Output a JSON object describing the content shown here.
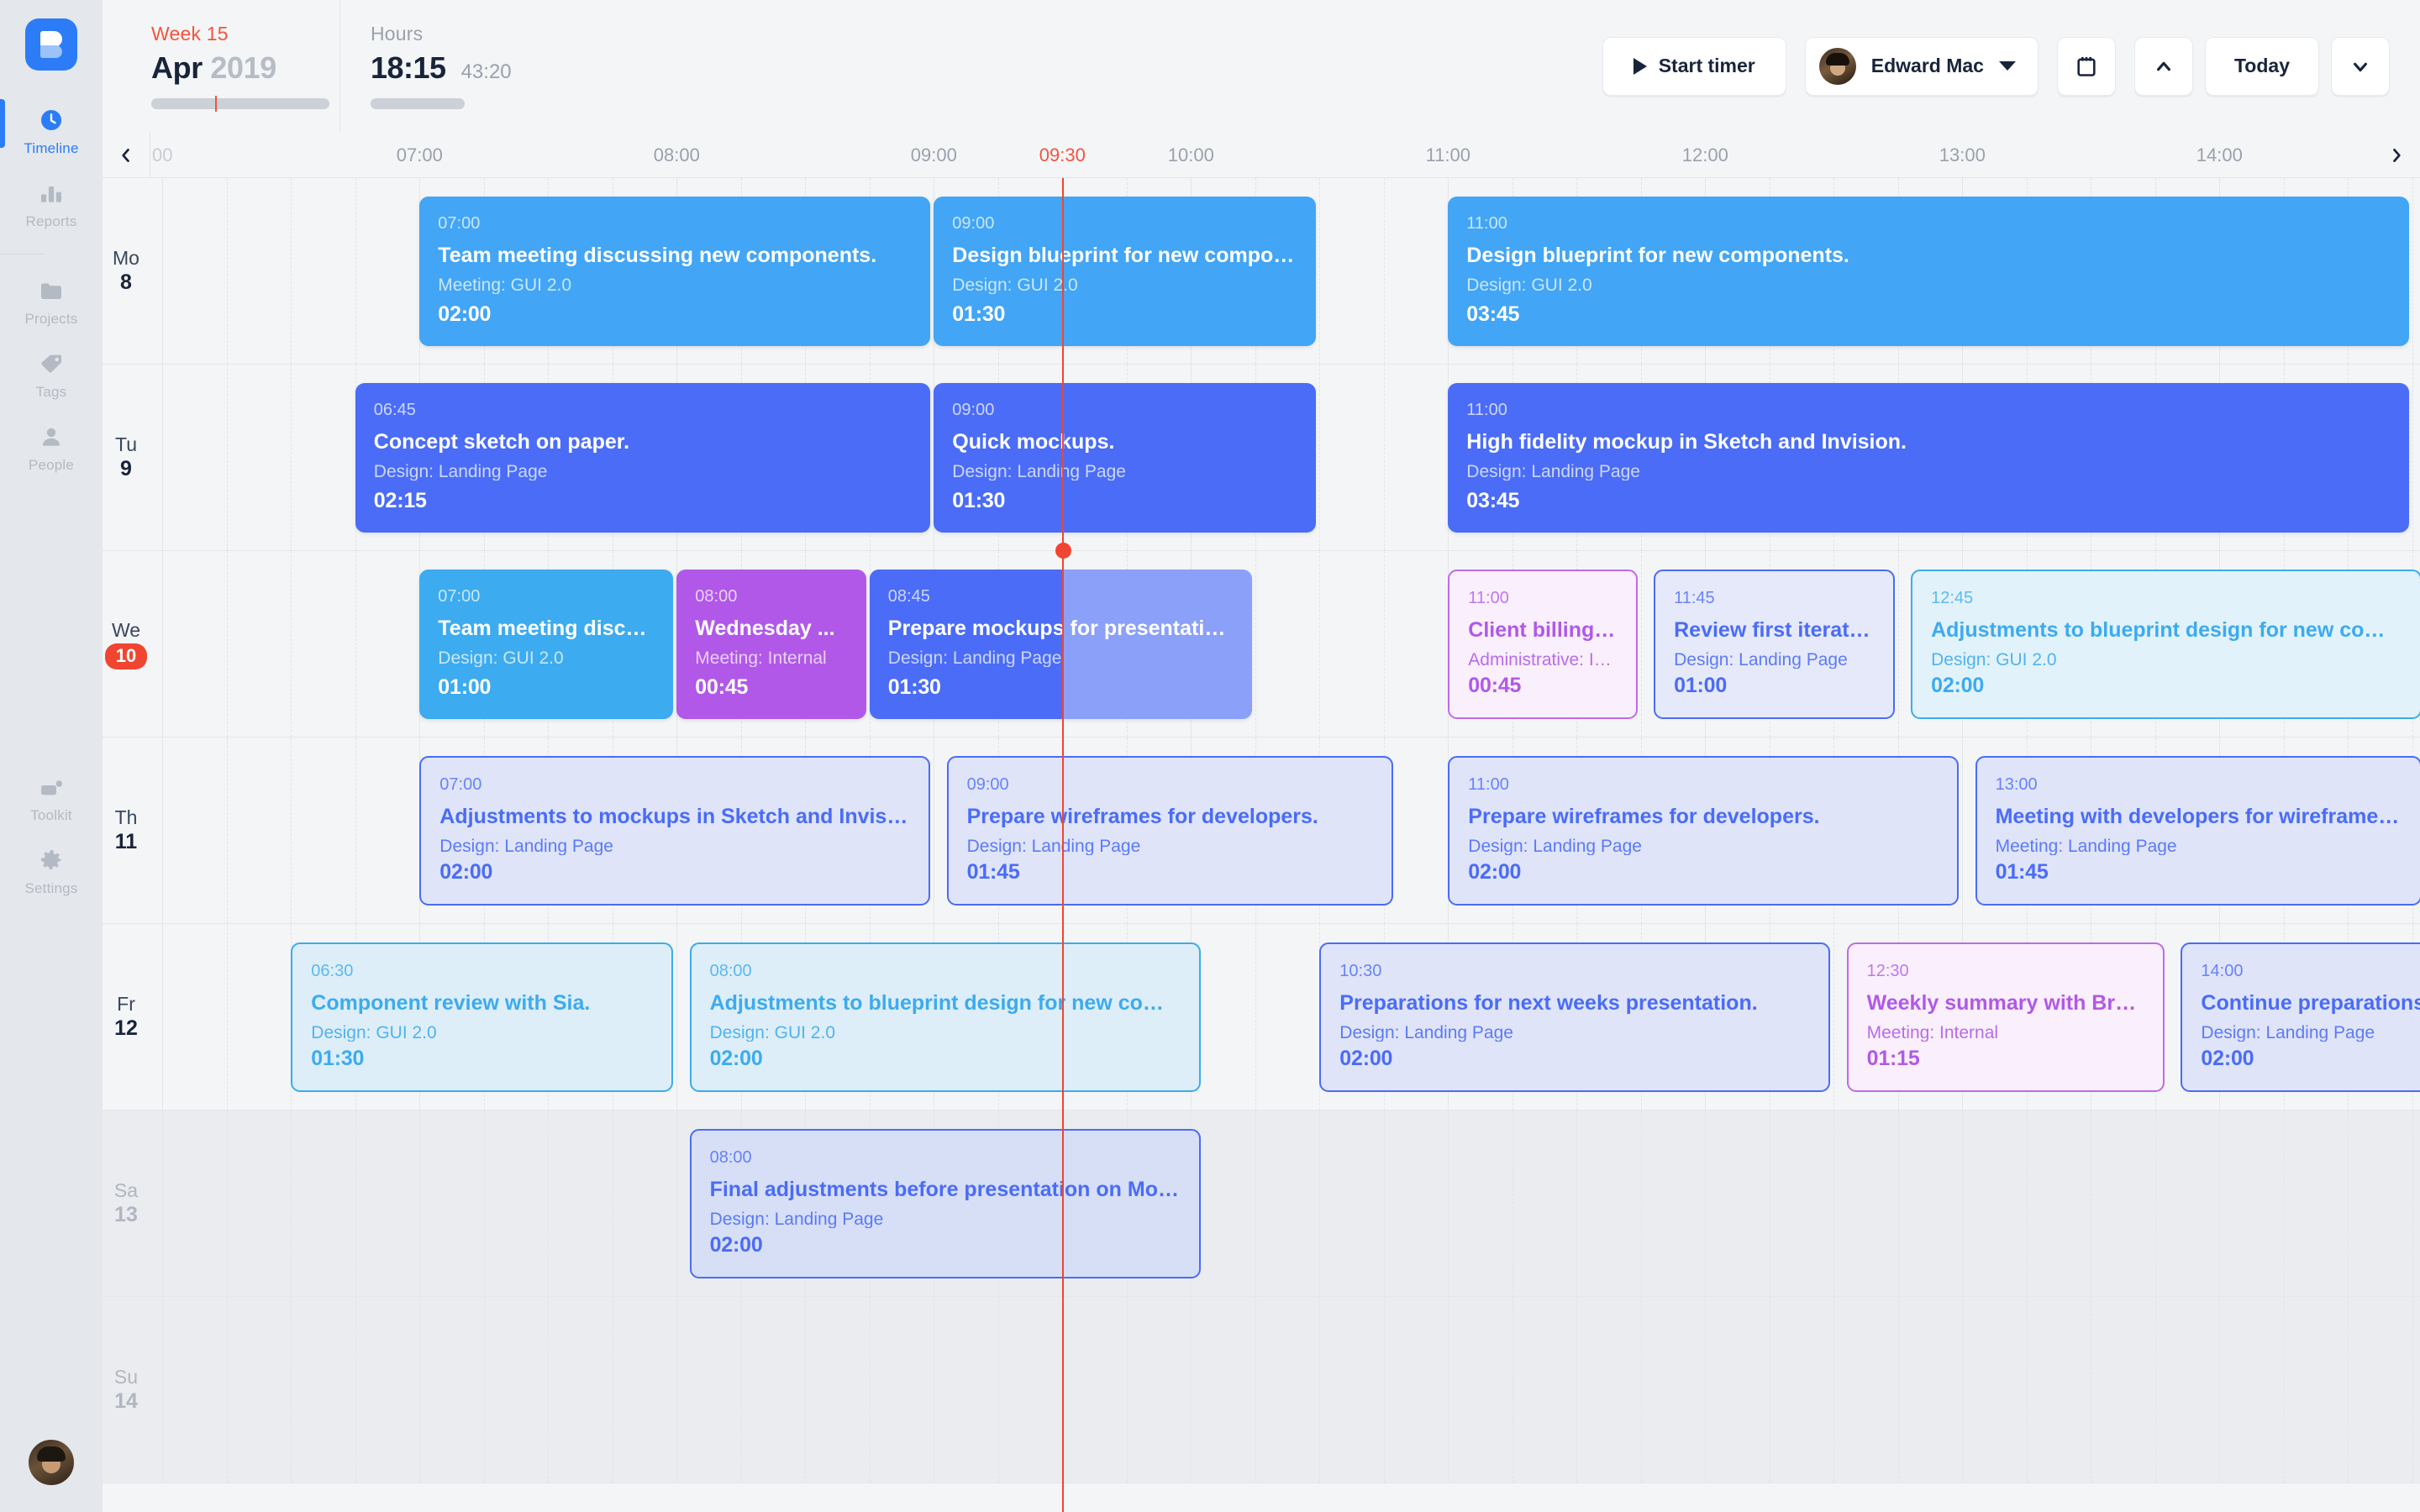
{
  "app": {
    "brand_name": "timeline-app-logo"
  },
  "sidebar": {
    "items": [
      {
        "label": "Timeline",
        "icon": "clock-icon",
        "active": true
      },
      {
        "label": "Reports",
        "icon": "bar-chart-icon",
        "active": false
      },
      {
        "label": "Projects",
        "icon": "folder-icon",
        "active": false
      },
      {
        "label": "Tags",
        "icon": "tag-icon",
        "active": false
      },
      {
        "label": "People",
        "icon": "person-icon",
        "active": false
      },
      {
        "label": "Toolkit",
        "icon": "toolkit-icon",
        "active": false
      },
      {
        "label": "Settings",
        "icon": "gear-icon",
        "active": false
      }
    ],
    "avatar_name": "user-avatar"
  },
  "topbar": {
    "week_kicker": "Week 15",
    "month": "Apr",
    "year": "2019",
    "hours_kicker": "Hours",
    "hours_value": "18:15",
    "hours_target": "43:20",
    "start_timer_label": "Start timer",
    "user_name": "Edward Mac",
    "calendar_icon": "calendar-icon",
    "up_icon": "chevron-up-icon",
    "down_icon": "chevron-down-icon",
    "today_label": "Today"
  },
  "ruler": {
    "prev_icon": "chevron-left-icon",
    "next_icon": "chevron-right-icon",
    "ticks": [
      {
        "label": "00",
        "hour": 6.0,
        "style": "faded"
      },
      {
        "label": "07:00",
        "hour": 7.0,
        "style": "normal"
      },
      {
        "label": "08:00",
        "hour": 8.0,
        "style": "normal"
      },
      {
        "label": "09:00",
        "hour": 9.0,
        "style": "normal"
      },
      {
        "label": "09:30",
        "hour": 9.5,
        "style": "now"
      },
      {
        "label": "10:00",
        "hour": 10.0,
        "style": "normal"
      },
      {
        "label": "11:00",
        "hour": 11.0,
        "style": "normal"
      },
      {
        "label": "12:00",
        "hour": 12.0,
        "style": "normal"
      },
      {
        "label": "13:00",
        "hour": 13.0,
        "style": "normal"
      },
      {
        "label": "14:00",
        "hour": 14.0,
        "style": "normal"
      }
    ],
    "view_start_hour": 5.95,
    "view_end_hour": 14.78,
    "now_hour": 9.5
  },
  "colors": {
    "accent_blue": "#2b7cf6",
    "sky": "#42a5f5",
    "royal": "#4a6cf7",
    "purple": "#b martin",
    "red": "#f04530",
    "orange_text": "#f4543c"
  },
  "days": [
    {
      "dow": "Mo",
      "dom": "8",
      "today": false,
      "weekend": false,
      "height": 124,
      "events": [
        {
          "start": "07:00",
          "title": "Team meeting discussing new components.",
          "project": "Meeting: GUI 2.0",
          "duration": "02:00",
          "from": 7.0,
          "to": 9.0,
          "style": "solid",
          "fill": "#42a5f5"
        },
        {
          "start": "09:00",
          "title": "Design blueprint for new compone...",
          "project": "Design: GUI 2.0",
          "duration": "01:30",
          "from": 9.0,
          "to": 10.5,
          "style": "solid",
          "fill": "#42a5f5"
        },
        {
          "start": "11:00",
          "title": "Design blueprint for new components.",
          "project": "Design: GUI 2.0",
          "duration": "03:45",
          "from": 11.0,
          "to": 14.75,
          "style": "solid",
          "fill": "#42a5f5"
        }
      ]
    },
    {
      "dow": "Tu",
      "dom": "9",
      "today": false,
      "weekend": false,
      "height": 124,
      "events": [
        {
          "start": "06:45",
          "title": "Concept sketch on paper.",
          "project": "Design: Landing Page",
          "duration": "02:15",
          "from": 6.75,
          "to": 9.0,
          "style": "solid",
          "fill": "#4a6cf7"
        },
        {
          "start": "09:00",
          "title": "Quick mockups.",
          "project": "Design: Landing Page",
          "duration": "01:30",
          "from": 9.0,
          "to": 10.5,
          "style": "solid",
          "fill": "#4a6cf7"
        },
        {
          "start": "11:00",
          "title": "High fidelity mockup in Sketch and Invision.",
          "project": "Design: Landing Page",
          "duration": "03:45",
          "from": 11.0,
          "to": 14.75,
          "style": "solid",
          "fill": "#4a6cf7"
        }
      ]
    },
    {
      "dow": "We",
      "dom": "10",
      "today": true,
      "weekend": false,
      "height": 124,
      "events": [
        {
          "start": "07:00",
          "title": "Team meeting discu...",
          "project": "Design: GUI 2.0",
          "duration": "01:00",
          "from": 7.0,
          "to": 8.0,
          "style": "solid",
          "fill": "#3cabef"
        },
        {
          "start": "08:00",
          "title": "Wednesday ...",
          "project": "Meeting: Internal",
          "duration": "00:45",
          "from": 8.0,
          "to": 8.75,
          "style": "solid",
          "fill": "#b martin",
          "fill_hex": "#b158e8"
        },
        {
          "start": "08:45",
          "title": "Prepare mockups for presentation.",
          "project": "Design: Landing Page",
          "duration": "01:30",
          "from": 8.75,
          "to": 10.25,
          "style": "running",
          "fill": "#4a6cf7",
          "fill_light": "#8ba0f8",
          "run_to": 9.5
        },
        {
          "start": "11:00",
          "title": "Client billing ...",
          "project": "Administrative: Int...",
          "duration": "00:45",
          "from": 11.0,
          "to": 11.75,
          "style": "ghost",
          "fill": "#faf0fd",
          "border": "#c06ae8",
          "text": "#b158e8"
        },
        {
          "start": "11:45",
          "title": "Review first iteratio...",
          "project": "Design: Landing Page",
          "duration": "01:00",
          "from": 11.8,
          "to": 12.75,
          "style": "ghost",
          "fill": "#e6e9fa",
          "border": "#4a6cf7",
          "text": "#4a6cf7"
        },
        {
          "start": "12:45",
          "title": "Adjustments to blueprint design for new components.",
          "project": "Design: GUI 2.0",
          "duration": "02:00",
          "from": 12.8,
          "to": 14.8,
          "style": "ghost",
          "fill": "#e2f2fa",
          "border": "#3cabef",
          "text": "#3cabef"
        }
      ]
    },
    {
      "dow": "Th",
      "dom": "11",
      "today": false,
      "weekend": false,
      "height": 124,
      "events": [
        {
          "start": "07:00",
          "title": "Adjustments to mockups in Sketch and Invision.",
          "project": "Design: Landing Page",
          "duration": "02:00",
          "from": 7.0,
          "to": 9.0,
          "style": "ghost",
          "fill": "#dfe4f8",
          "border": "#4a6cf7",
          "text": "#4a6cf7"
        },
        {
          "start": "09:00",
          "title": "Prepare wireframes for developers.",
          "project": "Design: Landing Page",
          "duration": "01:45",
          "from": 9.05,
          "to": 10.8,
          "style": "ghost",
          "fill": "#dfe4f8",
          "border": "#4a6cf7",
          "text": "#4a6cf7"
        },
        {
          "start": "11:00",
          "title": "Prepare wireframes for developers.",
          "project": "Design: Landing Page",
          "duration": "02:00",
          "from": 11.0,
          "to": 13.0,
          "style": "ghost",
          "fill": "#dfe4f8",
          "border": "#4a6cf7",
          "text": "#4a6cf7"
        },
        {
          "start": "13:00",
          "title": "Meeting with developers for wireframe review.",
          "project": "Meeting: Landing Page",
          "duration": "01:45",
          "from": 13.05,
          "to": 14.8,
          "style": "ghost",
          "fill": "#dfe4f8",
          "border": "#4a6cf7",
          "text": "#4a6cf7"
        }
      ]
    },
    {
      "dow": "Fr",
      "dom": "12",
      "today": false,
      "weekend": false,
      "height": 124,
      "events": [
        {
          "start": "06:30",
          "title": "Component review with Sia.",
          "project": "Design: GUI 2.0",
          "duration": "01:30",
          "from": 6.5,
          "to": 8.0,
          "style": "ghost",
          "fill": "#ddeef8",
          "border": "#3cabef",
          "text": "#3cabef"
        },
        {
          "start": "08:00",
          "title": "Adjustments to blueprint design for new compo...",
          "project": "Design: GUI 2.0",
          "duration": "02:00",
          "from": 8.05,
          "to": 10.05,
          "style": "ghost",
          "fill": "#ddeef8",
          "border": "#3cabef",
          "text": "#3cabef"
        },
        {
          "start": "10:30",
          "title": "Preparations for next weeks presentation.",
          "project": "Design: Landing Page",
          "duration": "02:00",
          "from": 10.5,
          "to": 12.5,
          "style": "ghost",
          "fill": "#dfe4f8",
          "border": "#4a6cf7",
          "text": "#4a6cf7"
        },
        {
          "start": "12:30",
          "title": "Weekly summary with Bryan.",
          "project": "Meeting: Internal",
          "duration": "01:15",
          "from": 12.55,
          "to": 13.8,
          "style": "ghost",
          "fill": "#faf0fd",
          "border": "#c06ae8",
          "text": "#b158e8"
        },
        {
          "start": "14:00",
          "title": "Continue preparations fo",
          "project": "Design: Landing Page",
          "duration": "02:00",
          "from": 13.85,
          "to": 16.0,
          "style": "ghost",
          "fill": "#dfe4f8",
          "border": "#4a6cf7",
          "text": "#4a6cf7"
        }
      ]
    },
    {
      "dow": "Sa",
      "dom": "13",
      "today": false,
      "weekend": true,
      "height": 124,
      "events": [
        {
          "start": "08:00",
          "title": "Final adjustments before presentation on Monday.",
          "project": "Design: Landing Page",
          "duration": "02:00",
          "from": 8.05,
          "to": 10.05,
          "style": "ghost",
          "fill": "#d7dff6",
          "border": "#4a6cf7",
          "text": "#4a6cf7"
        }
      ]
    },
    {
      "dow": "Su",
      "dom": "14",
      "today": false,
      "weekend": true,
      "height": 124,
      "events": []
    }
  ]
}
